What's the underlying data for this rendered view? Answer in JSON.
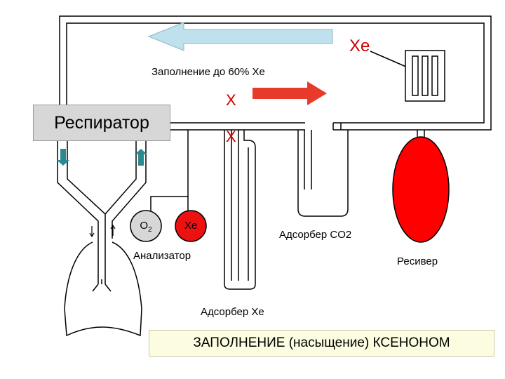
{
  "labels": {
    "fill_level": "Заполнение до 60% Xe",
    "xe_source": "Xe",
    "respirator": "Респиратор",
    "o2": "O",
    "o2_sub": "2",
    "xe_circle": "Xe",
    "analyzer": "Анализатор",
    "adsorber_co2": "Адсорбер CO2",
    "receiver": "Ресивер",
    "adsorber_xe": "Адсорбер Xe",
    "valve_1": "X",
    "valve_2": "X"
  },
  "title": "ЗАПОЛНЕНИЕ (насыщение) КСЕНОНОМ",
  "colors": {
    "accent_red": "#ee1111",
    "receiver_red": "#ff0000",
    "flow_arrow": "#e83a2a",
    "return_arrow": "#bfe1ee",
    "breath_arrows": "#2b8a8f",
    "respirator_box": "#d7d7d7",
    "title_box": "#fcfce0"
  }
}
